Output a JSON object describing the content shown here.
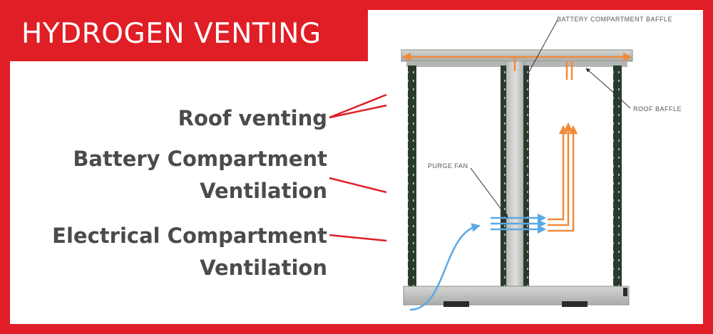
{
  "title": "HYDROGEN VENTING",
  "labels": {
    "roof_venting": "Roof venting",
    "battery_line1": "Battery Compartment",
    "battery_line2": "Ventilation",
    "electrical_line1": "Electrical Compartment",
    "electrical_line2": "Ventilation"
  },
  "annotations": {
    "battery_baffle": "BATTERY COMPARTMENT BAFFLE",
    "roof_baffle": "ROOF BAFFLE",
    "purge_fan": "PURGE FAN"
  },
  "colors": {
    "accent_red": "#e01e26",
    "hydrogen_flow": "#f08a3c",
    "air_flow": "#5aa8e6",
    "frame_gray": "#c4c6c4",
    "post_dark": "#2b3a2f"
  }
}
